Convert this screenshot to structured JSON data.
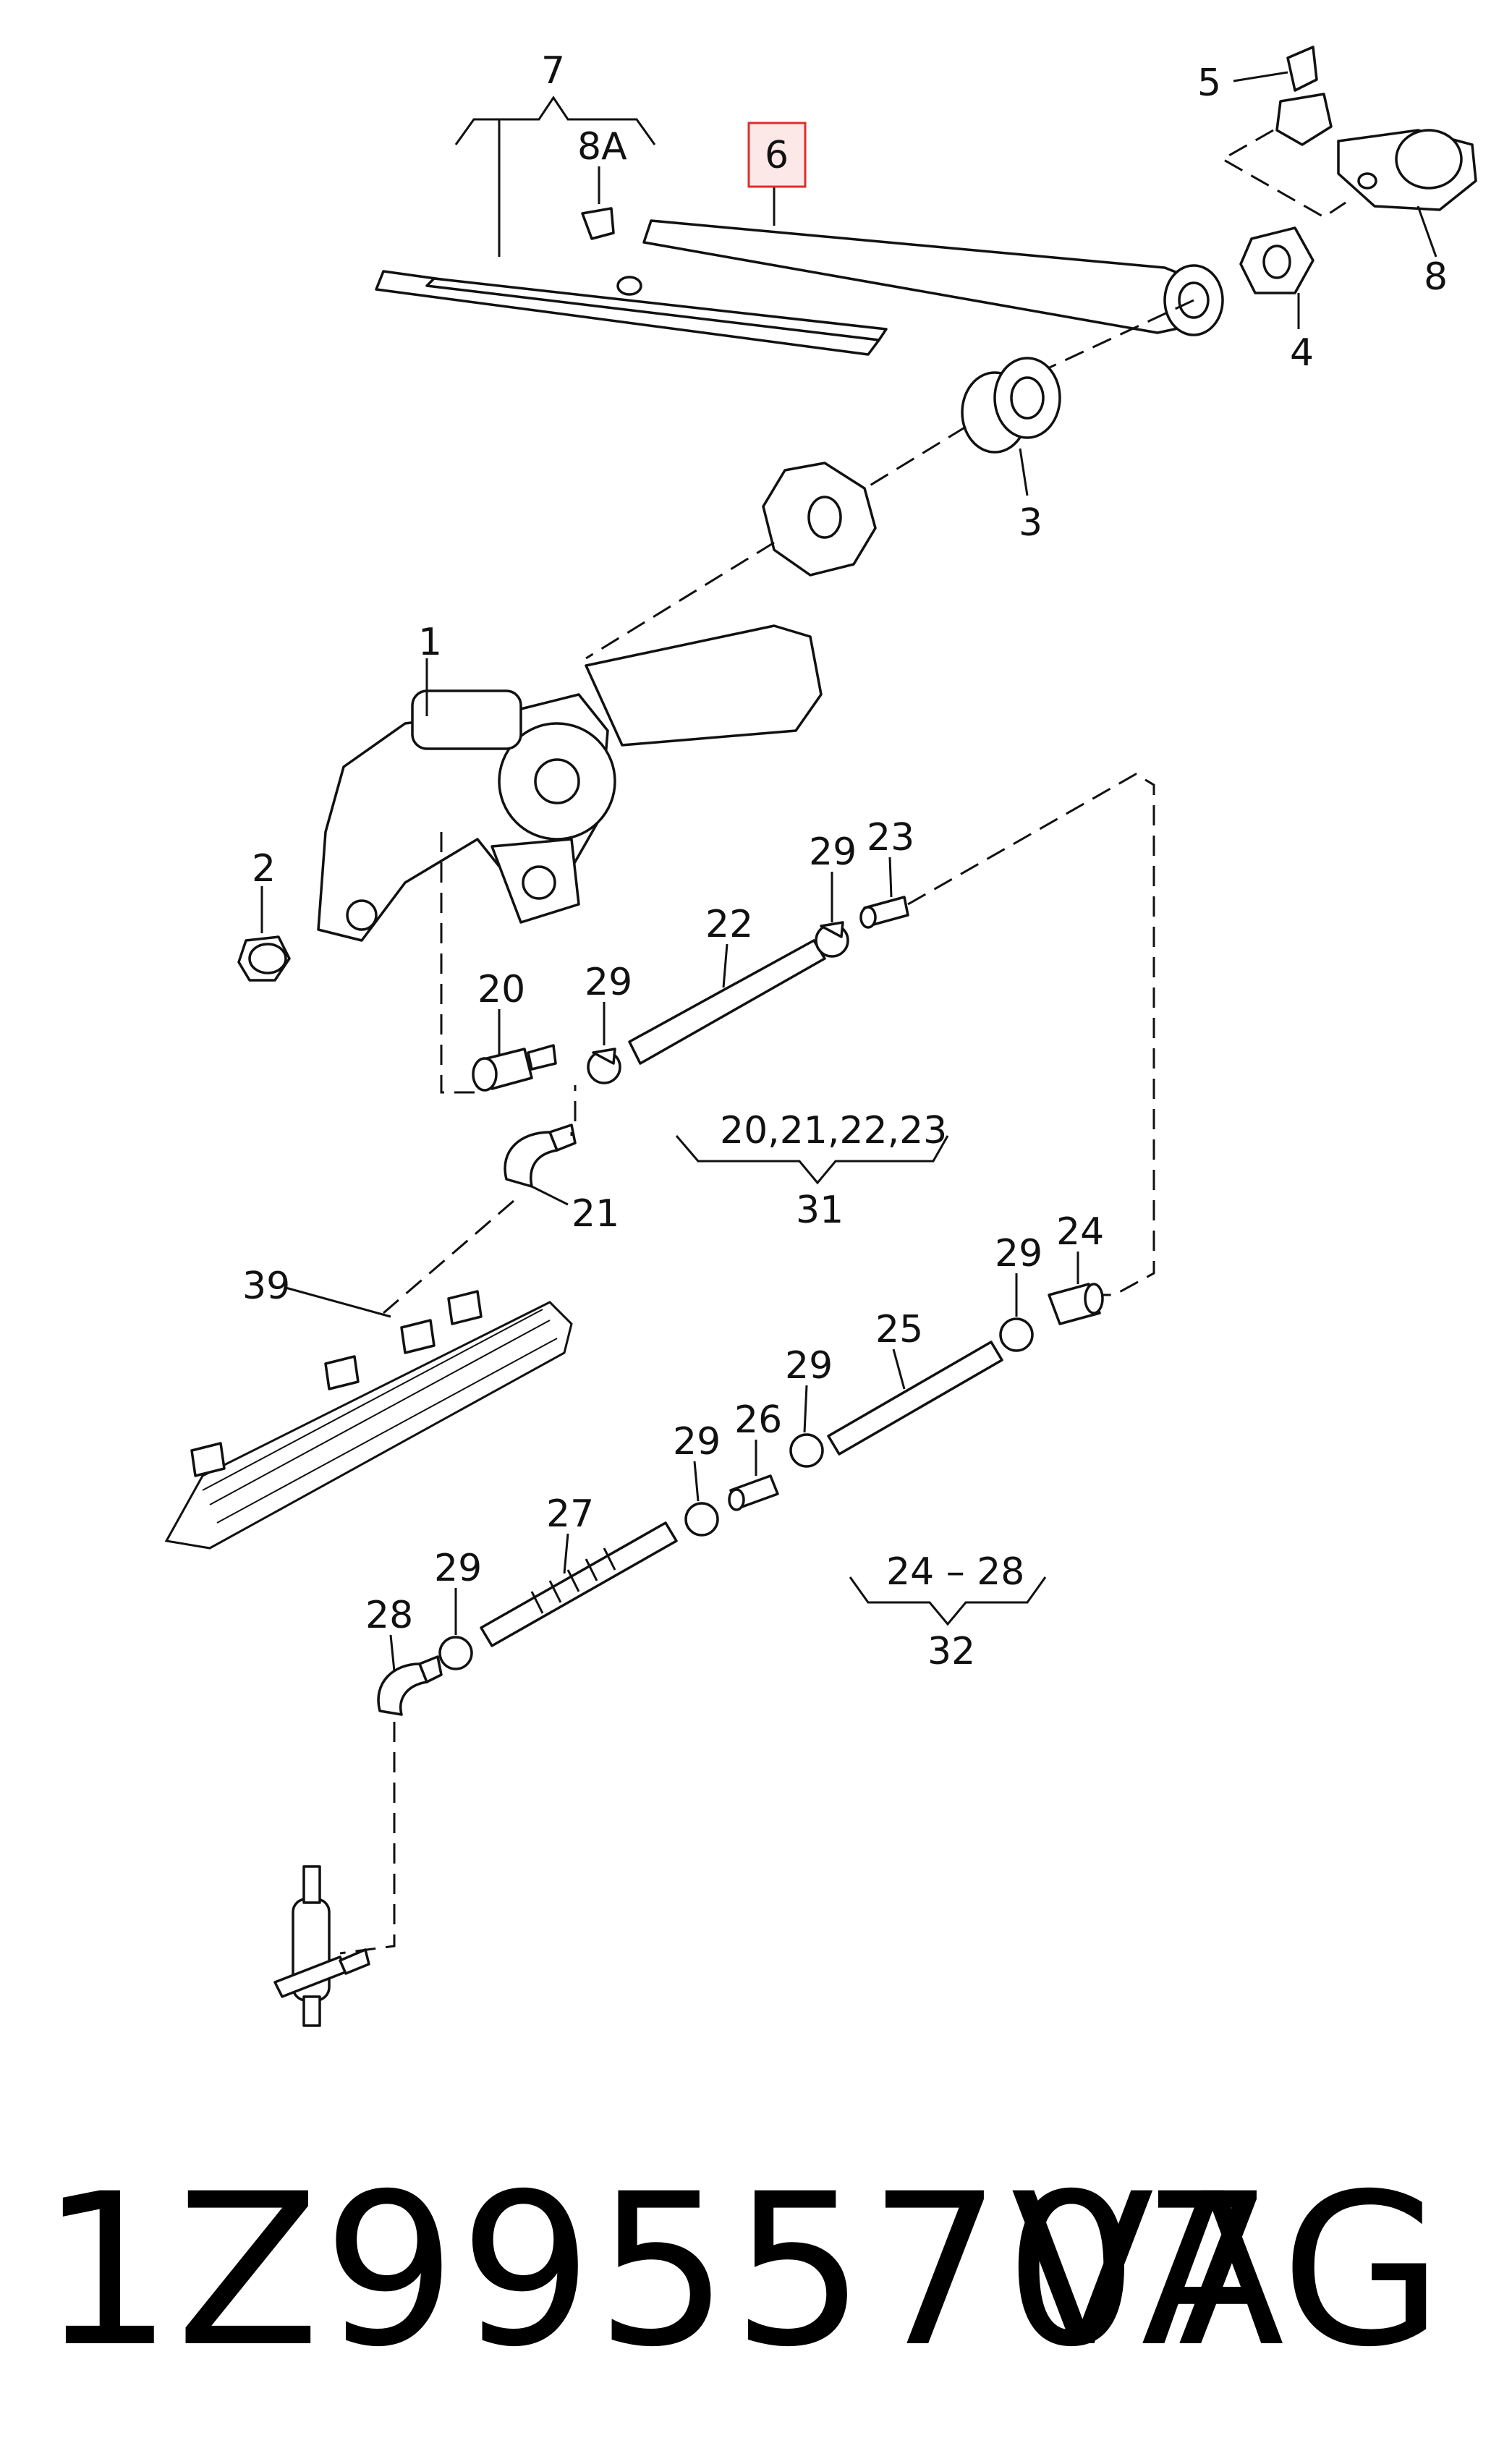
{
  "callouts": {
    "c1": "1",
    "c2": "2",
    "c3": "3",
    "c4": "4",
    "c5": "5",
    "c6": "6",
    "c7": "7",
    "c8": "8",
    "c8a": "8A",
    "c20": "20",
    "c21": "21",
    "c22": "22",
    "c23": "23",
    "c24": "24",
    "c25": "25",
    "c26": "26",
    "c27": "27",
    "c28": "28",
    "c29a": "29",
    "c29b": "29",
    "c29c": "29",
    "c29d": "29",
    "c29e": "29",
    "c29f": "29",
    "c39": "39"
  },
  "groups": {
    "g31_members": "20,21,22,23",
    "g31_id": "31",
    "g32_members": "24 – 28",
    "g32_id": "32"
  },
  "highlight_color": "#d9302c",
  "footer": {
    "part_number": "1Z9955707",
    "brand": "VAG"
  }
}
